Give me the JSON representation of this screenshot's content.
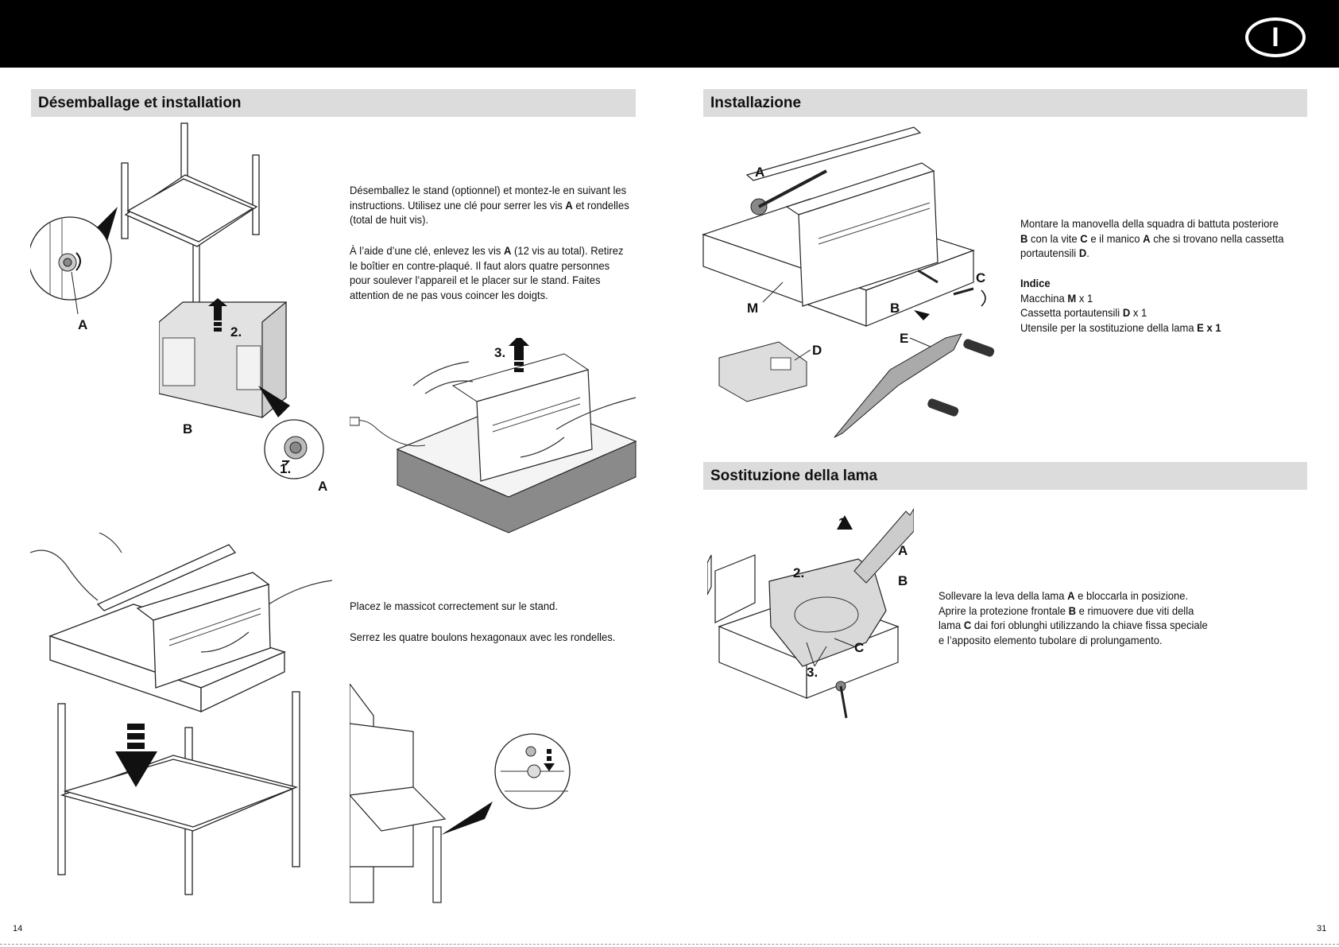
{
  "header": {
    "language_badge": "I"
  },
  "left_page": {
    "section_title": "Désemballage et installation",
    "para1": {
      "l1": "Désemballez le stand (optionnel) et montez-le en suivant les",
      "l2a": "instructions. Utilisez une clé pour serrer les vis ",
      "l2b": "A",
      "l2c": " et rondelles",
      "l3": "(total de huit vis)."
    },
    "para2": {
      "l1a": "À l’aide d’une clé, enlevez les vis ",
      "l1b": "A",
      "l1c": " (12 vis au total). Retirez",
      "l2": "le boîtier en contre-plaqué. Il faut alors quatre personnes",
      "l3": "pour soulever l’appareil et le placer sur le stand. Faites",
      "l4": "attention de ne pas vous coincer les doigts."
    },
    "para3": "Placez le massicot correctement sur le stand.",
    "para4": "Serrez les quatre boulons hexagonaux avec les rondelles.",
    "figure_labels": {
      "stand_a": "A",
      "box_step2": "2.",
      "box_b": "B",
      "box_step1": "1.",
      "box_a": "A",
      "lift_step3": "3."
    },
    "page_number": "14"
  },
  "right_page": {
    "installazione": {
      "section_title": "Installazione",
      "para1": {
        "l1": "Montare la manovella della squadra di battuta posteriore",
        "l2a": "B",
        "l2b": " con la vite ",
        "l2c": "C",
        "l2d": " e il manico ",
        "l2e": "A",
        "l2f": " che si trovano nella cassetta",
        "l3a": "portautensili ",
        "l3b": "D",
        "l3c": "."
      },
      "index": {
        "title": "Indice",
        "item1a": "Macchina ",
        "item1b": "M",
        "item1c": " x 1",
        "item2a": "Cassetta portautensili ",
        "item2b": "D",
        "item2c": " x 1",
        "item3a": "Utensile per la sostituzione della lama ",
        "item3b": "E x 1"
      },
      "figure_labels": {
        "a": "A",
        "m": "M",
        "b": "B",
        "c": "C",
        "d": "D",
        "e": "E"
      }
    },
    "sostituzione": {
      "section_title": "Sostituzione della lama",
      "para1": {
        "l1a": "Sollevare la leva della lama ",
        "l1b": "A",
        "l1c": " e bloccarla in posizione.",
        "l2a": "Aprire la protezione frontale ",
        "l2b": "B",
        "l2c": " e rimuovere due viti della",
        "l3a": "lama ",
        "l3b": "C",
        "l3c": " dai fori oblunghi utilizzando la chiave fissa speciale",
        "l4": "e l’apposito elemento tubolare di prolungamento."
      },
      "figure_labels": {
        "step1": "1.",
        "a": "A",
        "step2": "2.",
        "b": "B",
        "c": "C",
        "step3": "3."
      }
    },
    "page_number": "31"
  }
}
